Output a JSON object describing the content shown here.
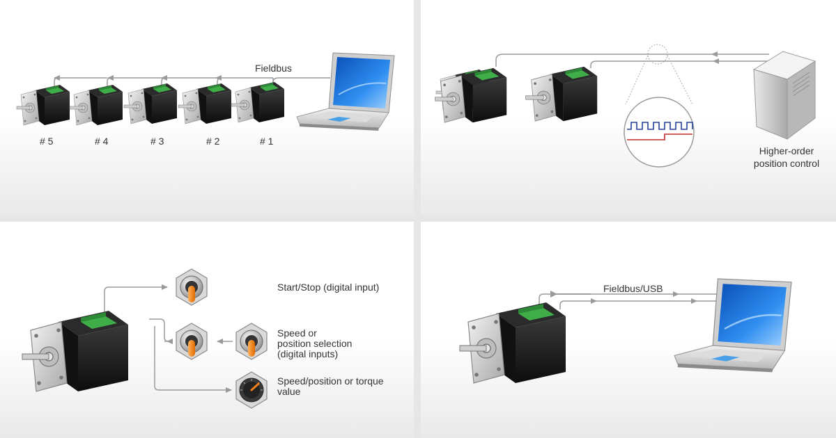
{
  "panels": {
    "fieldbus_chain": {
      "bus_label": "Fieldbus",
      "motor_labels": [
        "# 5",
        "# 4",
        "# 3",
        "# 2",
        "# 1"
      ]
    },
    "pulse_direction": {
      "controller_label_line1": "Higher-order",
      "controller_label_line2": "position control"
    },
    "digital_io": {
      "start_stop_label": "Start/Stop (digital input)",
      "selection_label_line1": "Speed or",
      "selection_label_line2": "position selection",
      "selection_label_line3": "(digital inputs)",
      "analog_label_line1": "Speed/position or torque",
      "analog_label_line2": "value"
    },
    "fieldbus_usb": {
      "link_label": "Fieldbus/USB"
    }
  },
  "colors": {
    "cable": "#9a9a9a",
    "motor_body": "#1a1a1a",
    "motor_flange": "#d0d0d0",
    "terminal_green": "#3fae49",
    "screen_blue": "#1e73d8",
    "signal_blue": "#1f3f9a",
    "signal_red": "#c62828",
    "switch_orange": "#f07f1a"
  },
  "icons": [
    "stepper-motor-icon",
    "laptop-icon",
    "controller-cabinet-icon",
    "toggle-switch-icon",
    "dial-knob-icon",
    "signal-magnifier-icon"
  ]
}
